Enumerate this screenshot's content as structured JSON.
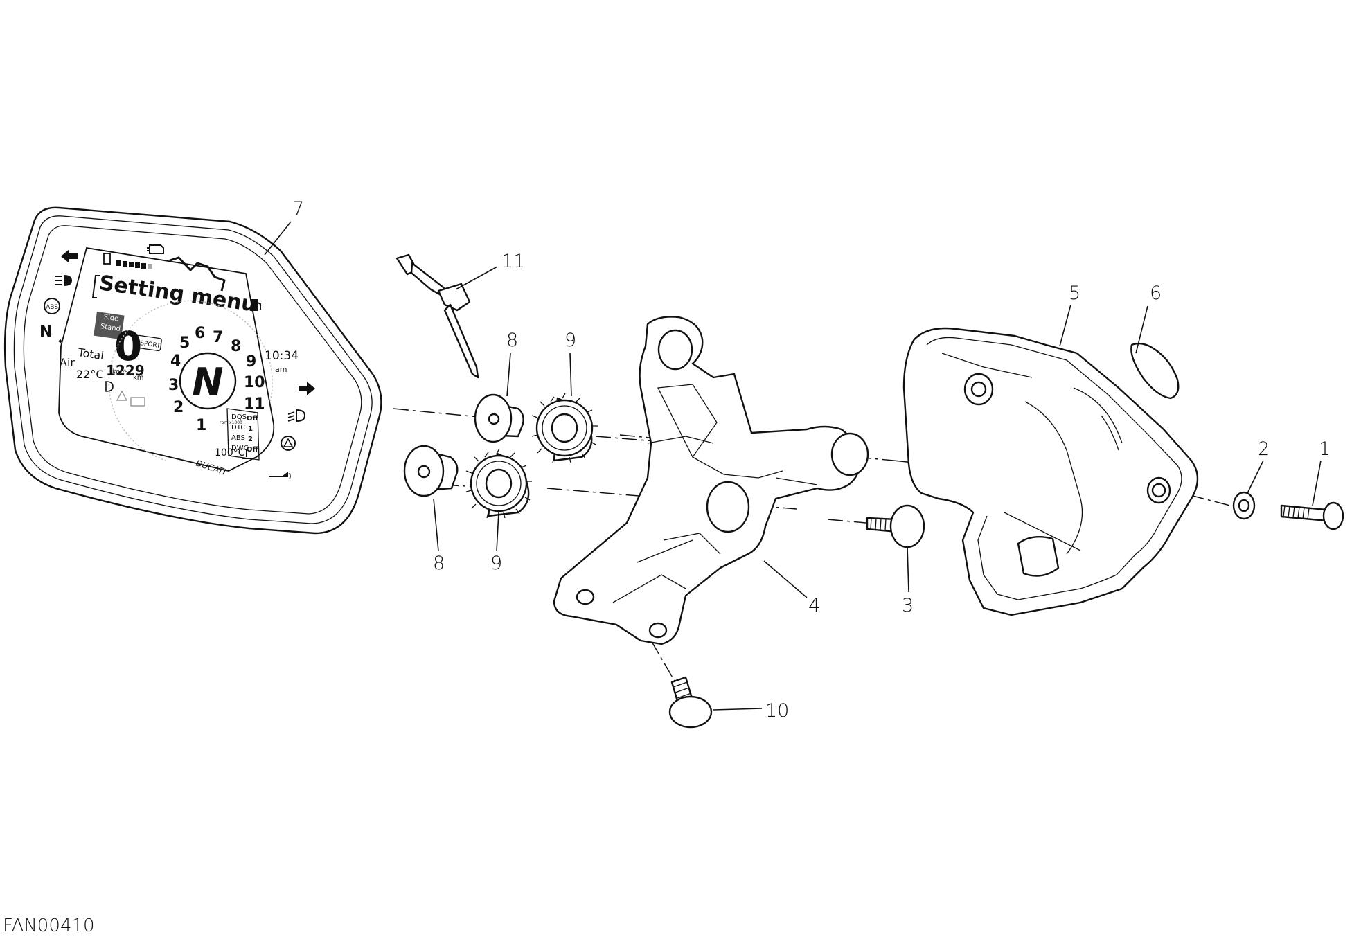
{
  "figure": {
    "reference_code": "FAN00410"
  },
  "callouts": [
    "7",
    "11",
    "8",
    "9",
    "5",
    "6",
    "2",
    "1",
    "3",
    "4",
    "10",
    "8",
    "9"
  ],
  "display": {
    "menu_title": "Setting menu",
    "speed": "0",
    "speed_unit": "km/h",
    "side_stand_line1": "Side",
    "side_stand_line2": "Stand",
    "riding_mode": "SPORT",
    "gear": "N",
    "rpm_unit": "rpm x1000",
    "rpm_ticks": [
      "1",
      "2",
      "3",
      "4",
      "5",
      "6",
      "7",
      "8",
      "9",
      "10",
      "11"
    ],
    "clock_time": "10:34",
    "clock_ampm": "am",
    "trip_label": "Total",
    "odometer_value": "1229",
    "odometer_unit": "km",
    "air_label": "Air",
    "air_temp": "22°C",
    "coolant_temp": "100°C",
    "status_rows": [
      {
        "label": "DQS",
        "value": "Off"
      },
      {
        "label": "DTC",
        "value": "1"
      },
      {
        "label": "ABS",
        "value": "2"
      },
      {
        "label": "DWC",
        "value": "Off"
      }
    ],
    "brand": "DUCATI",
    "neutral_lamp": "N",
    "abs_lamp": "ABS"
  },
  "icons": [
    "turn-left-icon",
    "high-beam-icon",
    "abs-warning-icon",
    "neutral-indicator-icon",
    "fuel-level-icon",
    "engine-check-icon",
    "fuel-reserve-icon",
    "turn-right-icon",
    "low-beam-icon",
    "warning-triangle-icon",
    "oil-pressure-icon",
    "battery-icon",
    "coolant-temp-icon"
  ]
}
